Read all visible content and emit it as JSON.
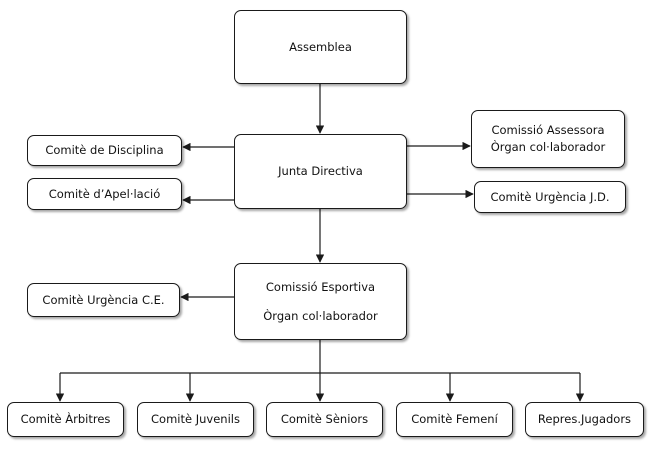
{
  "nodes": {
    "assemblea": "Assemblea",
    "junta_directiva": "Junta Directiva",
    "comite_disciplina": "Comitè de Disciplina",
    "comite_apelacio": "Comitè d’Apel·lació",
    "comissio_assessora": [
      "Comissió Assessora",
      "Òrgan col·laborador"
    ],
    "comite_urgencia_jd": "Comitè Urgència J.D.",
    "comissio_esportiva": [
      "Comissió Esportiva",
      "Òrgan col·laborador"
    ],
    "comite_urgencia_ce": "Comitè Urgència C.E.",
    "comite_arbitres": "Comitè Àrbitres",
    "comite_juvenils": "Comitè Juvenils",
    "comite_seniors": "Comitè Sèniors",
    "comite_femeni": "Comitè Femení",
    "repres_jugadors": "Repres.Jugadors"
  },
  "edges": [
    [
      "assemblea",
      "junta_directiva"
    ],
    [
      "junta_directiva",
      "comite_disciplina"
    ],
    [
      "junta_directiva",
      "comite_apelacio"
    ],
    [
      "junta_directiva",
      "comissio_assessora"
    ],
    [
      "junta_directiva",
      "comite_urgencia_jd"
    ],
    [
      "junta_directiva",
      "comissio_esportiva"
    ],
    [
      "comissio_esportiva",
      "comite_urgencia_ce"
    ],
    [
      "comissio_esportiva",
      "comite_arbitres"
    ],
    [
      "comissio_esportiva",
      "comite_juvenils"
    ],
    [
      "comissio_esportiva",
      "comite_seniors"
    ],
    [
      "comissio_esportiva",
      "comite_femeni"
    ],
    [
      "comissio_esportiva",
      "repres_jugadors"
    ]
  ],
  "colors": {
    "line": "#1a1a1a",
    "box_border": "#1a1a1a",
    "text": "#111111",
    "background": "#ffffff"
  }
}
